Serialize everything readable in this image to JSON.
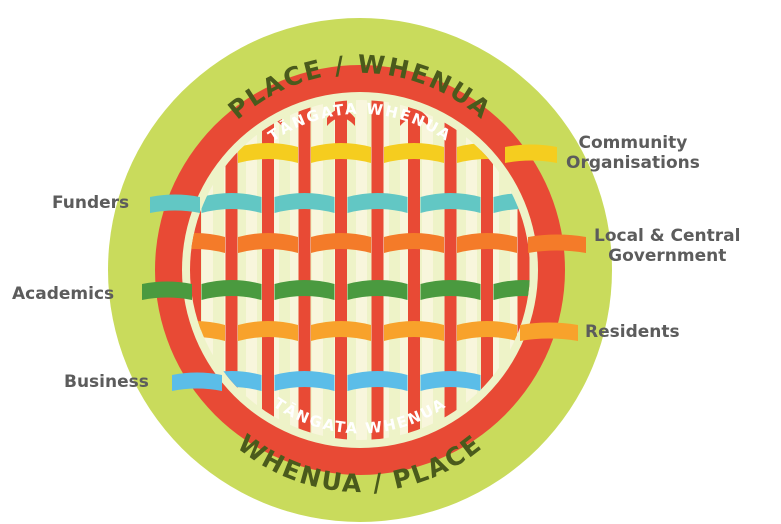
{
  "outer_ring": {
    "top_text": "PLACE / WHENUA",
    "bottom_text": "WHENUA / PLACE",
    "color": "#c9db5c",
    "text_color": "#4a5a1c"
  },
  "inner_ring": {
    "top_text": "TĀNGATA WHENUA",
    "bottom_text": "TĀNGATA WHENUA",
    "color": "#e84a35",
    "text_color": "#ffffff"
  },
  "center": {
    "fill_color": "#eef3c8",
    "warp_color": "#e84a35"
  },
  "strands": [
    {
      "label": "Community\nOrganisations",
      "color": "#f5cd1f",
      "side": "right"
    },
    {
      "label": "Funders",
      "color": "#62c7c4",
      "side": "left"
    },
    {
      "label": "Local & Central\nGovernment",
      "color": "#f47b29",
      "side": "right"
    },
    {
      "label": "Academics",
      "color": "#4a9a3f",
      "side": "left"
    },
    {
      "label": "Residents",
      "color": "#f8a22b",
      "side": "right"
    },
    {
      "label": "Business",
      "color": "#5bbde8",
      "side": "left"
    }
  ]
}
